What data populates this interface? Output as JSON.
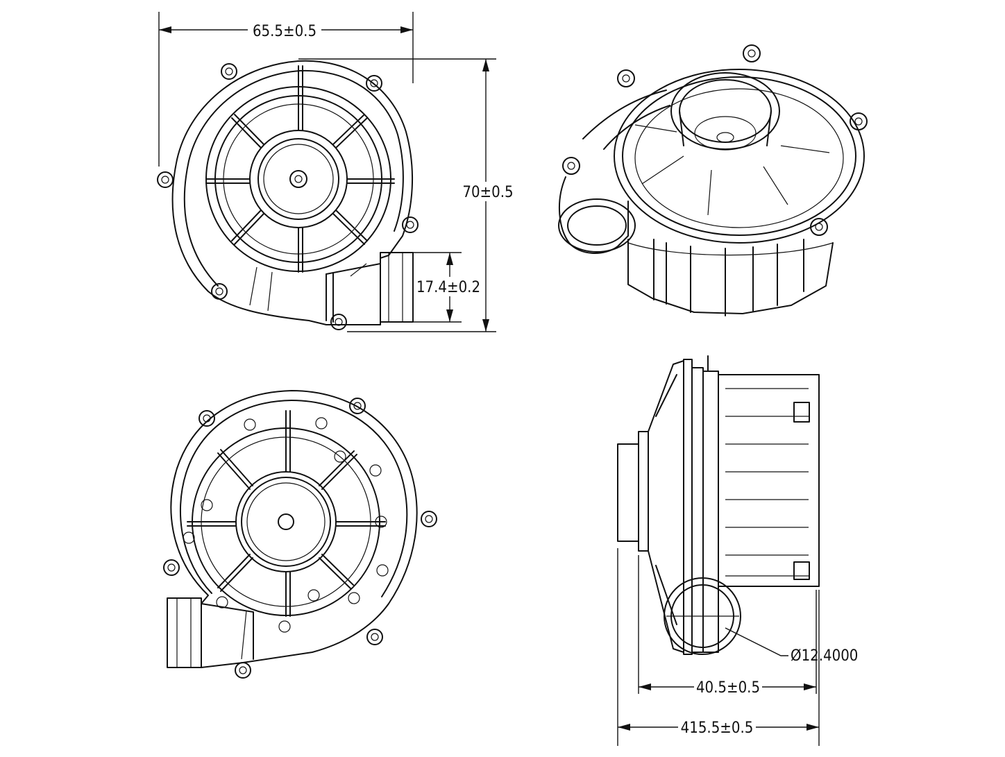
{
  "views": [
    {
      "name": "front-view"
    },
    {
      "name": "isometric-view"
    },
    {
      "name": "rear-view"
    },
    {
      "name": "side-view"
    }
  ],
  "dimensions": {
    "width": "65.5±0.5",
    "height": "70±0.5",
    "outlet": "17.4±0.2",
    "diameter": "Ø12.4000",
    "body_depth": "40.5±0.5",
    "total_depth": "415.5±0.5"
  },
  "colors": {
    "line": "#111111",
    "background": "#ffffff"
  }
}
